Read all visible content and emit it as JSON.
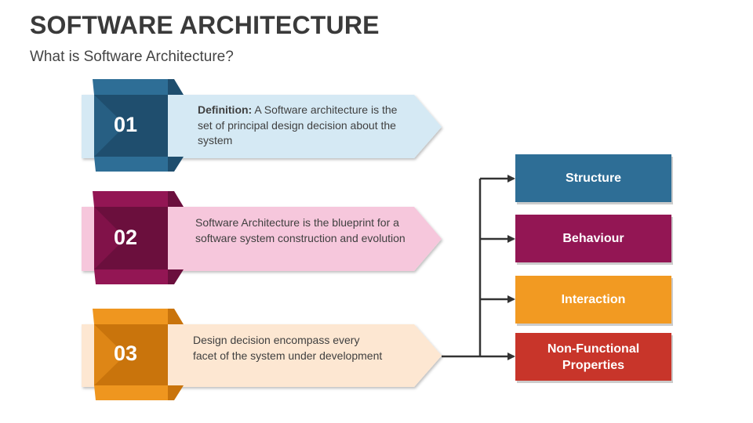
{
  "header": {
    "title": "SOFTWARE ARCHITECTURE",
    "subtitle": "What is Software Architecture?"
  },
  "items": [
    {
      "number": "01",
      "bold": "Definition:",
      "text": " A Software architecture is the set of principal design decision about the system",
      "colors": {
        "light": "#d5e9f4",
        "dark": "#1f4e6e",
        "mid": "#2e6e96"
      }
    },
    {
      "number": "02",
      "bold": "",
      "text": "Software Architecture is the blueprint for a software system construction and evolution",
      "colors": {
        "light": "#f6c7dc",
        "dark": "#6b0f3d",
        "mid": "#931654"
      }
    },
    {
      "number": "03",
      "bold": "",
      "text": "Design decision encompass every facet of the system under development",
      "colors": {
        "light": "#fde7d2",
        "dark": "#c9740c",
        "mid": "#ef961f"
      }
    }
  ],
  "boxes": [
    {
      "label": "Structure",
      "color": "#2e6e96"
    },
    {
      "label": "Behaviour",
      "color": "#931654"
    },
    {
      "label": "Interaction",
      "color": "#f29a22"
    },
    {
      "label": "Non-Functional Properties",
      "color": "#c8352a"
    }
  ],
  "connector_color": "#333333"
}
